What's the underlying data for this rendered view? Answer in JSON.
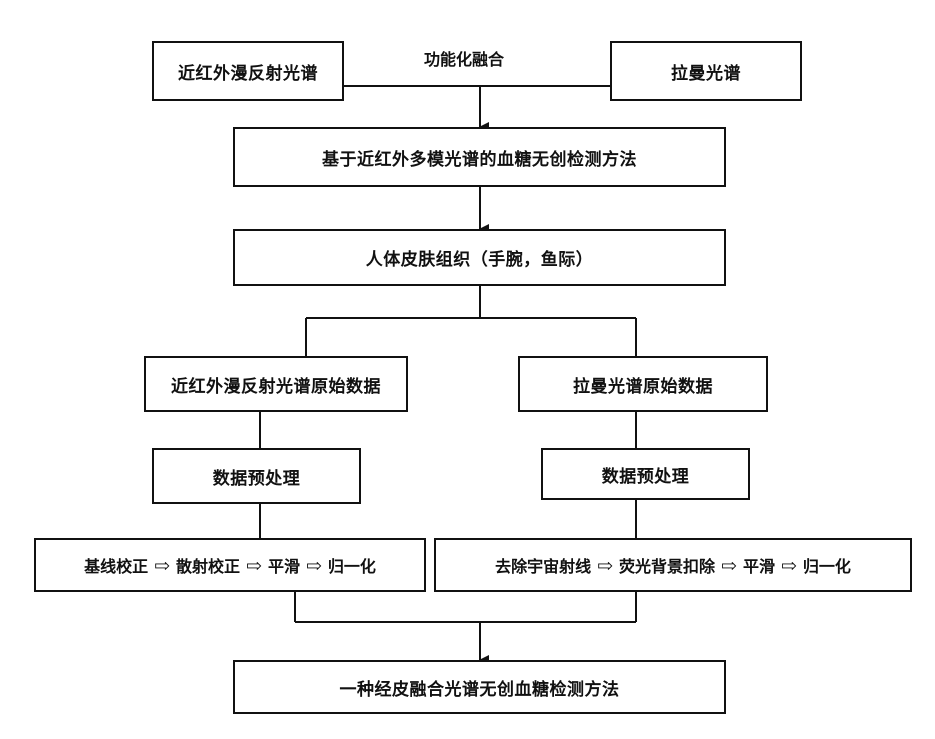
{
  "inputs": {
    "nir": "近红外漫反射光谱",
    "raman": "拉曼光谱",
    "fusion_label": "功能化融合"
  },
  "method_top": "基于近红外多模光谱的血糖无创检测方法",
  "tissue": "人体皮肤组织（手腕，鱼际）",
  "left_branch": {
    "raw_data": "近红外漫反射光谱原始数据",
    "preprocess": "数据预处理",
    "steps": [
      "基线校正",
      "散射校正",
      "平滑",
      "归一化"
    ]
  },
  "right_branch": {
    "raw_data": "拉曼光谱原始数据",
    "preprocess": "数据预处理",
    "steps": [
      "去除宇宙射线",
      "荧光背景扣除",
      "平滑",
      "归一化"
    ]
  },
  "method_bottom": "一种经皮融合光谱无创血糖检测方法",
  "step_arrow": "⇨"
}
